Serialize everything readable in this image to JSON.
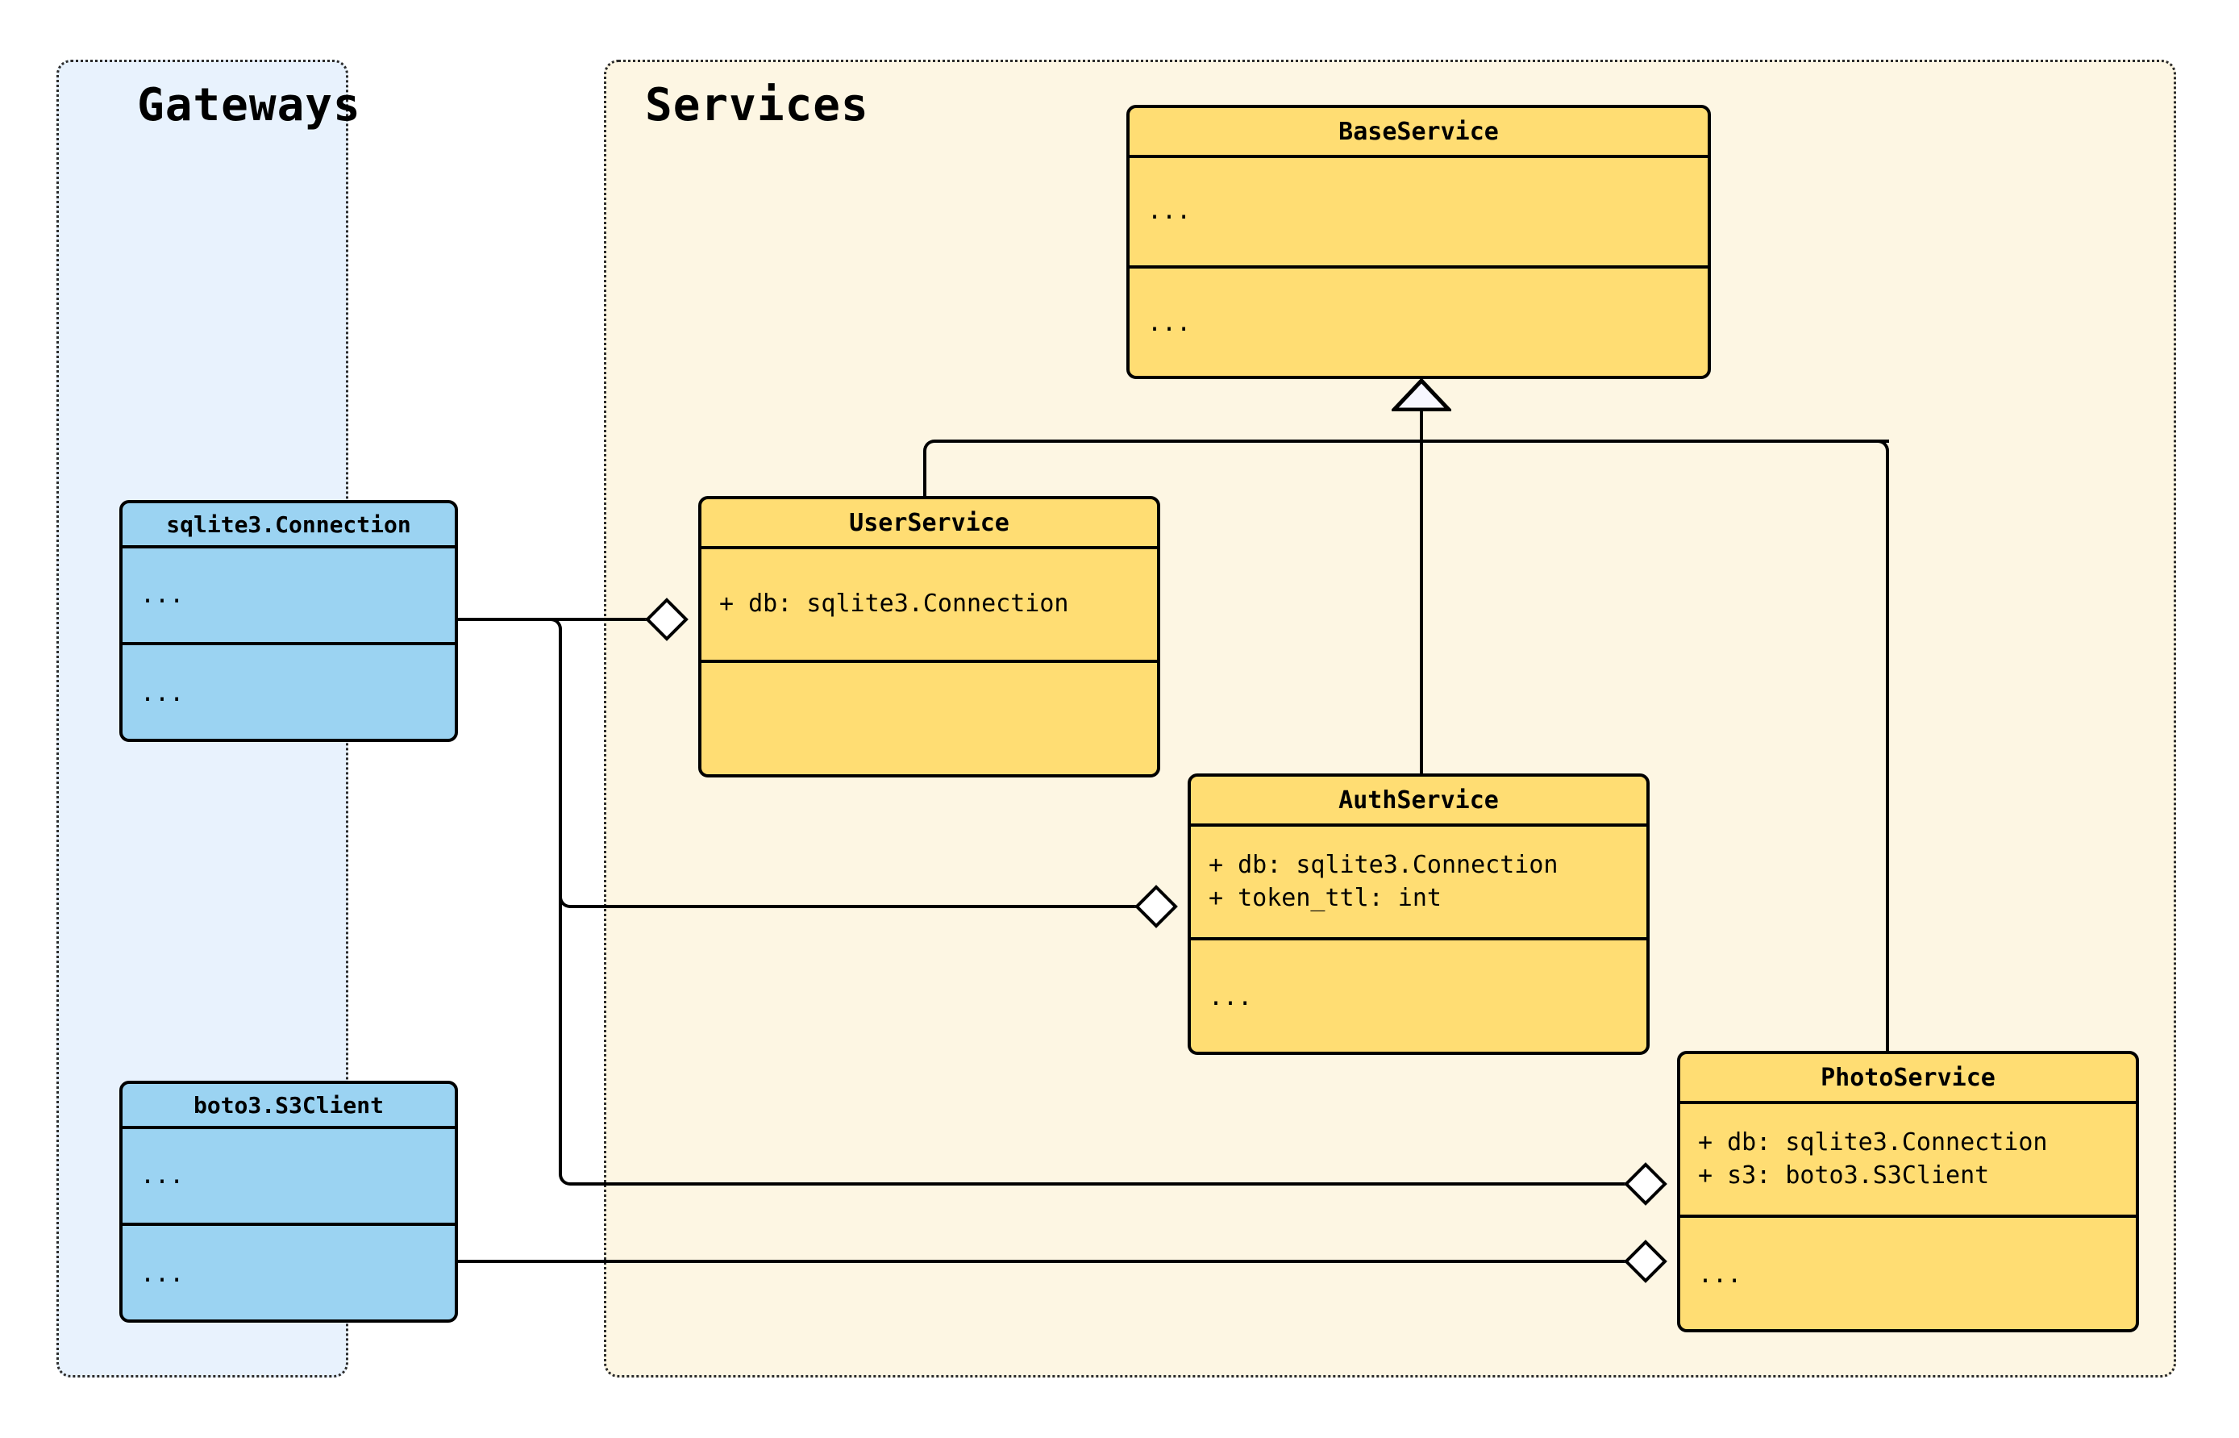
{
  "diagram": {
    "type": "uml-class-diagram",
    "background": "#ffffff"
  },
  "packages": [
    {
      "id": "gateways",
      "title": "Gateways",
      "fill": "#e8f2fd",
      "border": "#2b2b2b"
    },
    {
      "id": "services",
      "title": "Services",
      "fill": "#fdf6e3",
      "border": "#2b2b2b"
    }
  ],
  "classes": [
    {
      "id": "base-service",
      "name": "BaseService",
      "package": "services",
      "fill": "#ffdd73",
      "attributes": [
        "..."
      ],
      "methods": [
        "..."
      ]
    },
    {
      "id": "user-service",
      "name": "UserService",
      "package": "services",
      "fill": "#ffdd73",
      "attributes": [
        "+ db: sqlite3.Connection"
      ],
      "methods": [
        ""
      ]
    },
    {
      "id": "auth-service",
      "name": "AuthService",
      "package": "services",
      "fill": "#ffdd73",
      "attributes": [
        "+ db: sqlite3.Connection",
        "+ token_ttl: int"
      ],
      "methods": [
        "..."
      ]
    },
    {
      "id": "photo-service",
      "name": "PhotoService",
      "package": "services",
      "fill": "#ffdd73",
      "attributes": [
        "+ db: sqlite3.Connection",
        "+ s3: boto3.S3Client"
      ],
      "methods": [
        "..."
      ]
    },
    {
      "id": "sqlite3-connection",
      "name": "sqlite3.Connection",
      "package": "gateways",
      "fill": "#9bd3f2",
      "attributes": [
        "..."
      ],
      "methods": [
        "..."
      ]
    },
    {
      "id": "boto3-s3client",
      "name": "boto3.S3Client",
      "package": "gateways",
      "fill": "#9bd3f2",
      "attributes": [
        "..."
      ],
      "methods": [
        "..."
      ]
    }
  ],
  "relationships": [
    {
      "id": "rel-1",
      "kind": "inheritance",
      "from": "user-service",
      "to": "base-service"
    },
    {
      "id": "rel-2",
      "kind": "inheritance",
      "from": "auth-service",
      "to": "base-service"
    },
    {
      "id": "rel-3",
      "kind": "inheritance",
      "from": "photo-service",
      "to": "base-service"
    },
    {
      "id": "rel-4",
      "kind": "aggregation",
      "from": "sqlite3-connection",
      "to": "user-service"
    },
    {
      "id": "rel-5",
      "kind": "aggregation",
      "from": "sqlite3-connection",
      "to": "auth-service"
    },
    {
      "id": "rel-6",
      "kind": "aggregation",
      "from": "sqlite3-connection",
      "to": "photo-service"
    },
    {
      "id": "rel-7",
      "kind": "aggregation",
      "from": "boto3-s3client",
      "to": "photo-service"
    }
  ]
}
